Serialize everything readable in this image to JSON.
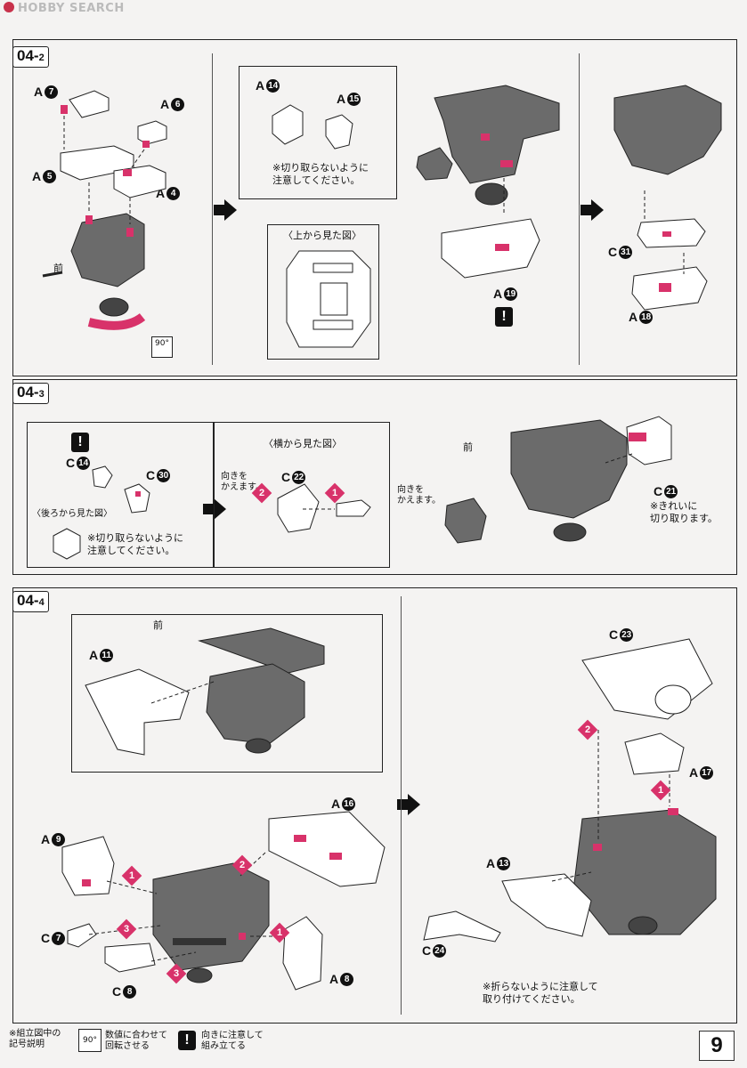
{
  "watermark": {
    "text": "HOBBY SEARCH"
  },
  "sections": {
    "s042": {
      "label_main": "04",
      "label_sub": "2",
      "parts": [
        "A7",
        "A6",
        "A5",
        "A4"
      ],
      "front_label": "前",
      "rotate_icon": "90°",
      "panel2_parts": [
        "A14",
        "A15"
      ],
      "panel2_note": "※切り取らないように\n注意してください。",
      "panel2_view": "〈上から見た図〉",
      "panel2_partA19": "A19",
      "panel3_parts": [
        "C31",
        "A18"
      ]
    },
    "s043": {
      "label_main": "04",
      "label_sub": "3",
      "parts": [
        "C14",
        "C30"
      ],
      "back_view": "〈後ろから見た図〉",
      "note": "※切り取らないように\n注意してください。",
      "side_view": "〈横から見た図〉",
      "turn_text": "向きを\nかえます。",
      "c22": "C22",
      "front_label": "前",
      "c21": "C21",
      "clean_cut": "※きれいに\n切り取ります。"
    },
    "s044": {
      "label_main": "04",
      "label_sub": "4",
      "front_label": "前",
      "parts_left": [
        "A11",
        "A9",
        "A16",
        "C7",
        "C8",
        "A8"
      ],
      "parts_right": [
        "C23",
        "A17",
        "A13",
        "C24"
      ],
      "note_right": "※折らないように注意して\n取り付けてください。"
    }
  },
  "legend": {
    "title": "※組立図中の\n記号説明",
    "rotate_icon": "90°",
    "rotate_text": "数値に合わせて\n回転させる",
    "warn_icon": "!",
    "warn_text": "向きに注意して\n組み立てる"
  },
  "page_number": "9",
  "colors": {
    "accent": "#d8326a",
    "part_gray": "#6b6b6b",
    "ink": "#111111"
  }
}
